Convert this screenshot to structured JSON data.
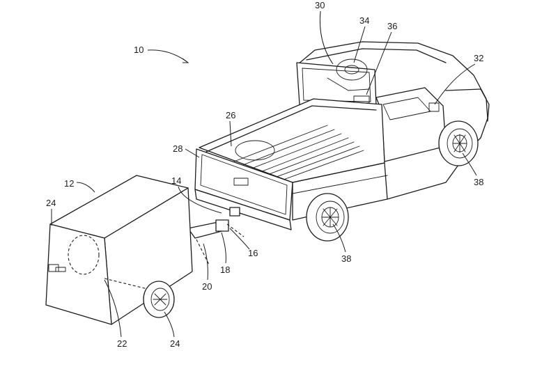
{
  "figure": {
    "refs": {
      "r10": "10",
      "r12": "12",
      "r14": "14",
      "r16": "16",
      "r18": "18",
      "r20": "20",
      "r22": "22",
      "r24a": "24",
      "r24b": "24",
      "r26": "26",
      "r28": "28",
      "r30": "30",
      "r32": "32",
      "r34": "34",
      "r36": "36",
      "r38a": "38",
      "r38b": "38"
    }
  }
}
